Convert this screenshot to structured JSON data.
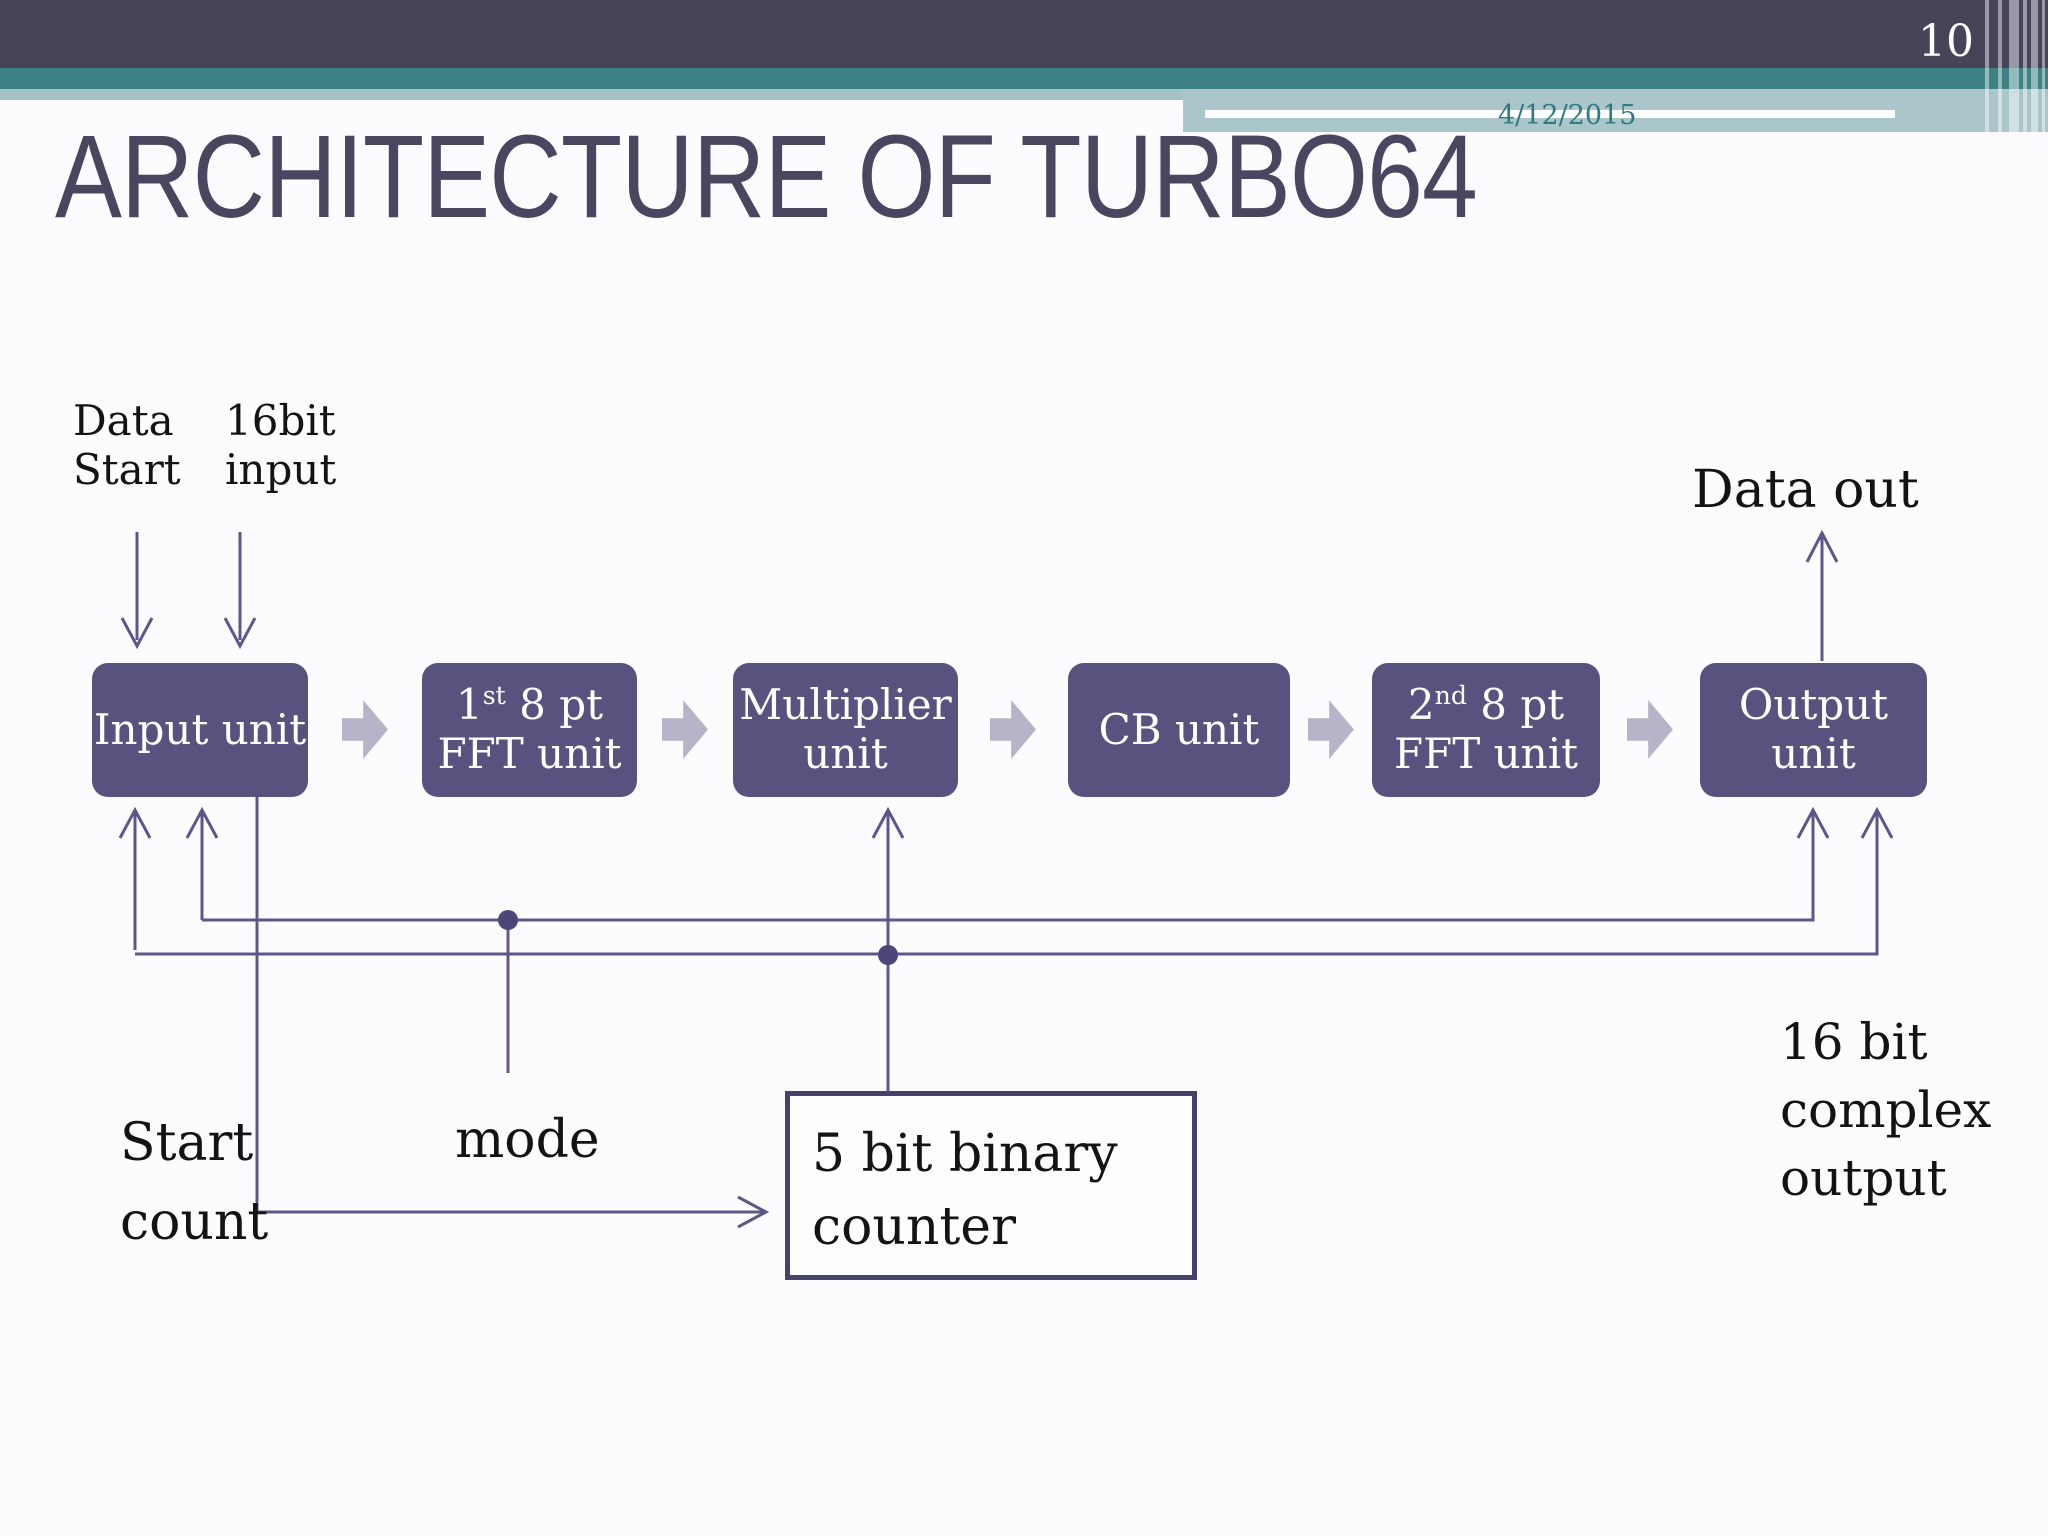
{
  "slide": {
    "page_number": "10",
    "title": "ARCHITECTURE OF TURBO64",
    "date": "4/12/2015"
  },
  "diagram": {
    "boxes": [
      {
        "l1a": "Input unit",
        "l1sup": "",
        "l1b": "",
        "l2": ""
      },
      {
        "l1a": "1",
        "l1sup": "st",
        "l1b": " 8 pt",
        "l2": "FFT unit"
      },
      {
        "l1a": "Multiplier",
        "l1sup": "",
        "l1b": "",
        "l2": "unit"
      },
      {
        "l1a": "CB unit",
        "l1sup": "",
        "l1b": "",
        "l2": ""
      },
      {
        "l1a": "2",
        "l1sup": "nd",
        "l1b": " 8 pt",
        "l2": "FFT unit"
      },
      {
        "l1a": "Output",
        "l1sup": "",
        "l1b": "",
        "l2": "unit"
      }
    ],
    "counter": {
      "line1": "5 bit binary",
      "line2": "counter"
    },
    "labels": {
      "data_start": [
        "Data",
        "Start"
      ],
      "input_16bit": [
        "16bit",
        "input"
      ],
      "data_out": "Data out",
      "start_count": [
        "Start",
        "count"
      ],
      "mode": "mode",
      "complex_output": [
        "16 bit",
        "complex",
        "output"
      ]
    }
  },
  "colors": {
    "header_dark": "#47445a",
    "header_teal": "#3e8184",
    "header_light_teal": "#a3c2c6",
    "header_panel": "#abc6ca",
    "box_fill": "#57537e",
    "block_arrow": "#b6b4c8",
    "connector_line": "#5b5889",
    "junction_dot": "#4b4879",
    "counter_border": "#454369",
    "title_text": "#4a4660",
    "date_text": "#2e7b81"
  }
}
